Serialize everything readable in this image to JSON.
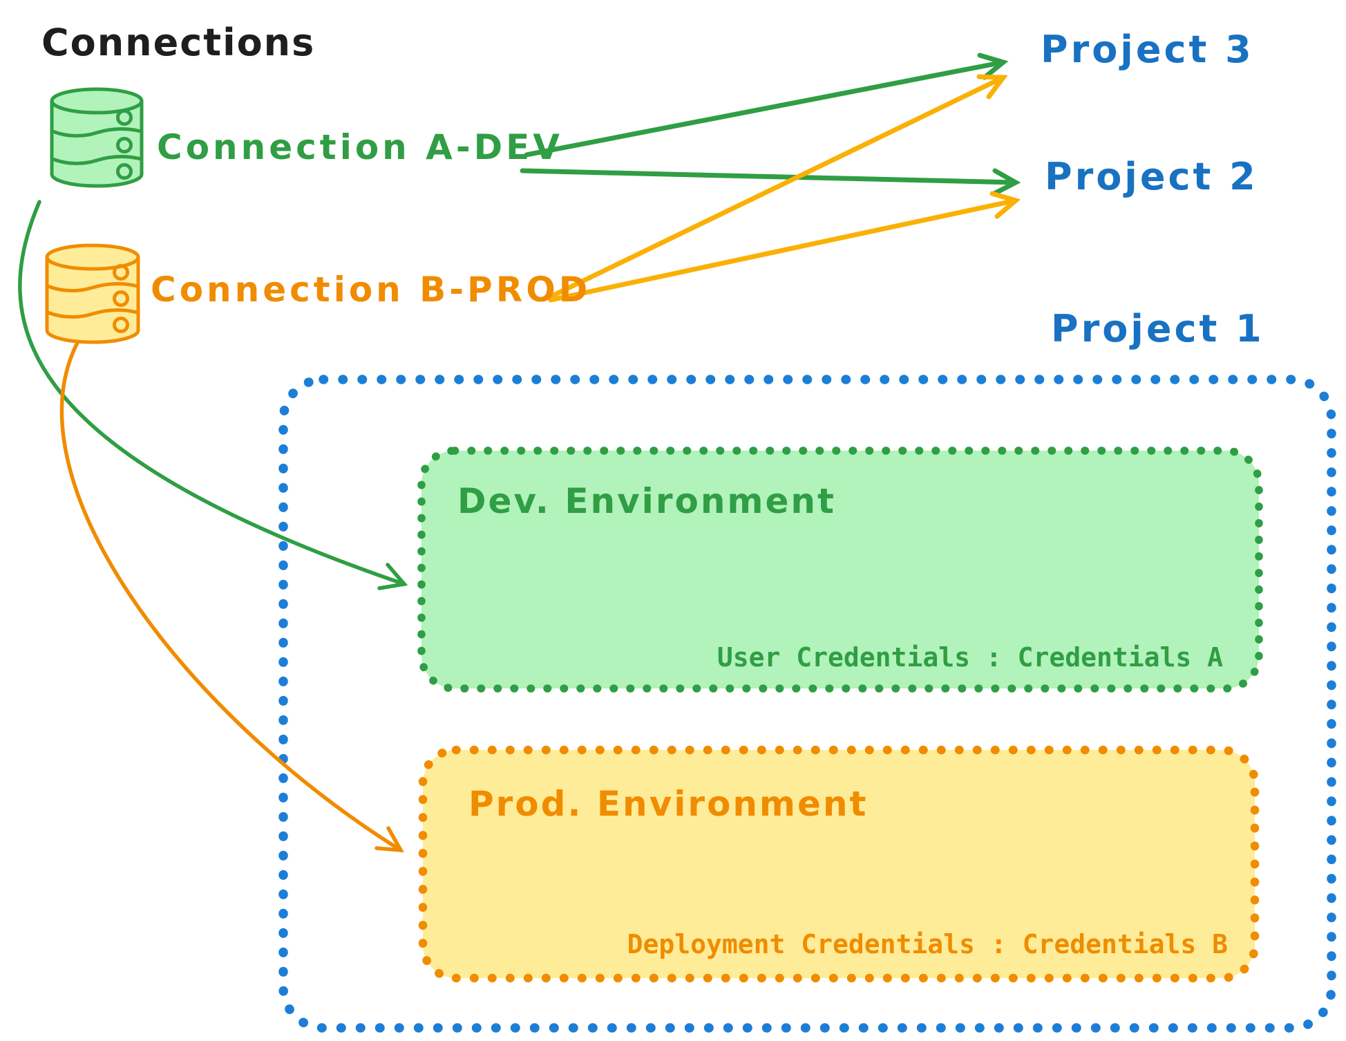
{
  "title": "Connections",
  "colors": {
    "black": "#1e1e1e",
    "green": "#2f9e44",
    "green_fill": "#b2f2bb",
    "orange": "#f08c00",
    "amber": "#fab005",
    "yellow_fill": "#ffec99",
    "blue_text": "#1971c2",
    "blue_border": "#1c7ed6",
    "white": "#ffffff"
  },
  "connections": [
    {
      "label": "Connection A-DEV",
      "icon": "database-icon",
      "color": "#2f9e44"
    },
    {
      "label": "Connection B-PROD",
      "icon": "database-icon",
      "color": "#f08c00"
    }
  ],
  "projects": {
    "project3": "Project 3",
    "project2": "Project 2",
    "project1": "Project 1"
  },
  "project1_detail": {
    "environments": [
      {
        "name": "Dev. Environment",
        "credentials_text": "User Credentials : Credentials A",
        "credentials_label": "User Credentials",
        "credentials_value": "Credentials A",
        "color": "#2f9e44",
        "fill": "#b2f2bb"
      },
      {
        "name": "Prod. Environment",
        "credentials_text": "Deployment Credentials : Credentials B",
        "credentials_label": "Deployment Credentials",
        "credentials_value": "Credentials B",
        "color": "#f08c00",
        "fill": "#ffec99"
      }
    ]
  },
  "edges": [
    {
      "from": "Connection A-DEV",
      "to": "Project 3",
      "color": "#2f9e44"
    },
    {
      "from": "Connection A-DEV",
      "to": "Project 2",
      "color": "#2f9e44"
    },
    {
      "from": "Connection B-PROD",
      "to": "Project 3",
      "color": "#fab005"
    },
    {
      "from": "Connection B-PROD",
      "to": "Project 2",
      "color": "#fab005"
    },
    {
      "from": "Connection A-DEV",
      "to": "Dev. Environment (Project 1)",
      "color": "#2f9e44"
    },
    {
      "from": "Connection B-PROD",
      "to": "Prod. Environment (Project 1)",
      "color": "#f08c00"
    }
  ]
}
